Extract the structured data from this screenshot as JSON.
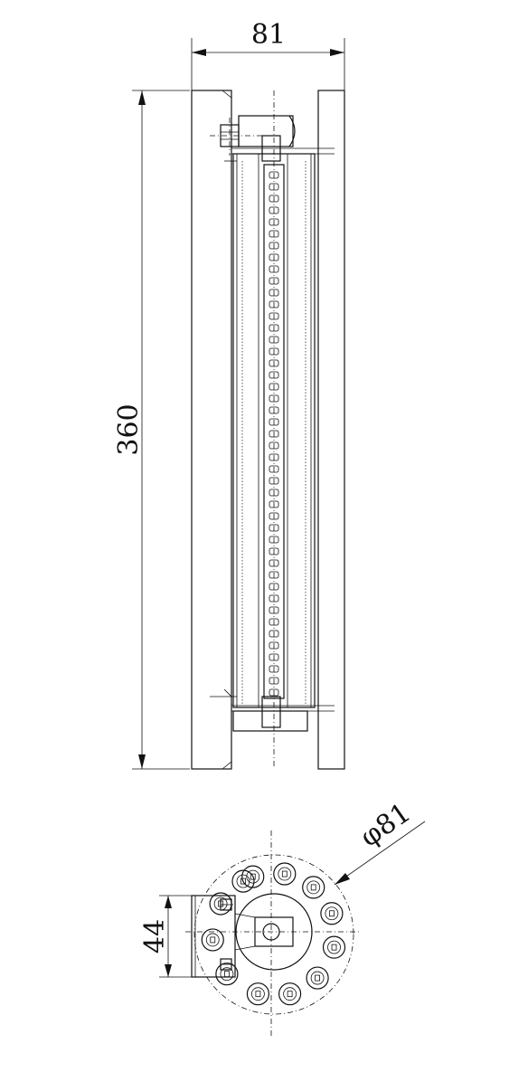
{
  "dimensions": {
    "width_top": "81",
    "height_side": "360",
    "diameter_bottom": "φ81",
    "bracket_height": "44"
  }
}
